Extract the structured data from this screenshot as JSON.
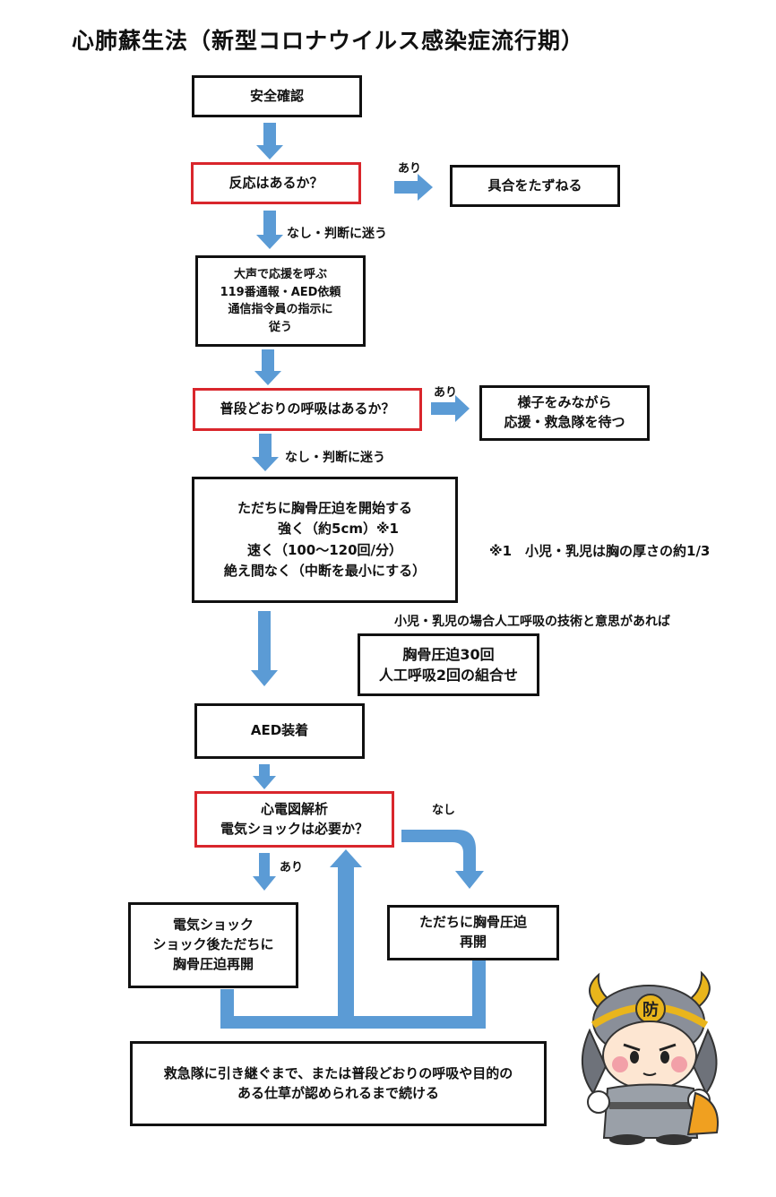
{
  "title": "心肺蘇生法（新型コロナウイルス感染症流行期）",
  "colors": {
    "arrow": "#5b9bd5",
    "decision_border": "#d9262c",
    "box_border": "#111111"
  },
  "steps": {
    "safety": "安全確認",
    "response": "反応はあるか？",
    "ask": "具合をたずねる",
    "call": "大声で応援を呼ぶ\n119番通報・AED依頼\n通信指令員の指示に\n従う",
    "breathing": "普段どおりの呼吸はあるか？",
    "watch": "様子をみながら\n応援・救急隊を待つ",
    "compression": "ただちに胸骨圧迫を開始する\n　　強く（約5cm）※1\n速く（100～120回/分）\n絶え間なく（中断を最小にする）",
    "ratio": "胸骨圧迫30回\n人工呼吸2回の組合せ",
    "aed": "AED装着",
    "analysis": "心電図解析\n電気ショックは必要か？",
    "shock": "電気ショック\nショック後ただちに\n胸骨圧迫再開",
    "resume": "ただちに胸骨圧迫\n再開",
    "continue": "救急隊に引き継ぐまで、または普段どおりの呼吸や目的の\nある仕草が認められるまで続ける"
  },
  "labels": {
    "yes1": "あり",
    "no1": "なし・判断に迷う",
    "yes2": "あり",
    "no2": "なし・判断に迷う",
    "yes3": "あり",
    "no3": "なし"
  },
  "notes": {
    "note1": "※1　小児・乳児は胸の厚さの約1/3",
    "infant": "小児・乳児の場合人工呼吸の技術と意思があれば"
  },
  "mascot": {
    "badge_char": "防"
  }
}
